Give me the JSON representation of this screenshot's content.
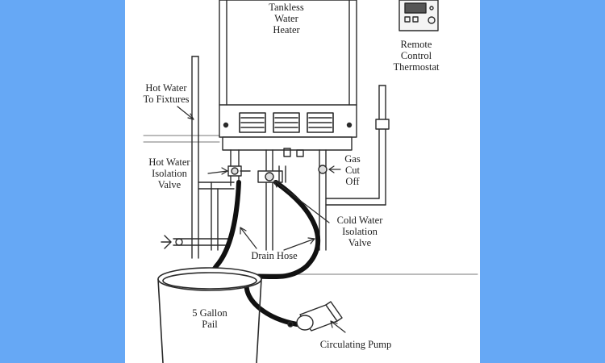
{
  "labels": {
    "heater": [
      "Tankless",
      "Water",
      "Heater"
    ],
    "thermostat": [
      "Remote",
      "Control",
      "Thermostat"
    ],
    "hot_water_fixtures": [
      "Hot Water",
      "To Fixtures"
    ],
    "hot_water_valve": [
      "Hot Water",
      "Isolation",
      "Valve"
    ],
    "gas_cutoff": [
      "Gas",
      "Cut",
      "Off"
    ],
    "cold_water_valve": [
      "Cold Water",
      "Isolation",
      "Valve"
    ],
    "drain_hose": "Drain Hose",
    "pail": [
      "5 Gallon",
      "Pail"
    ],
    "pump": "Circulating Pump"
  }
}
